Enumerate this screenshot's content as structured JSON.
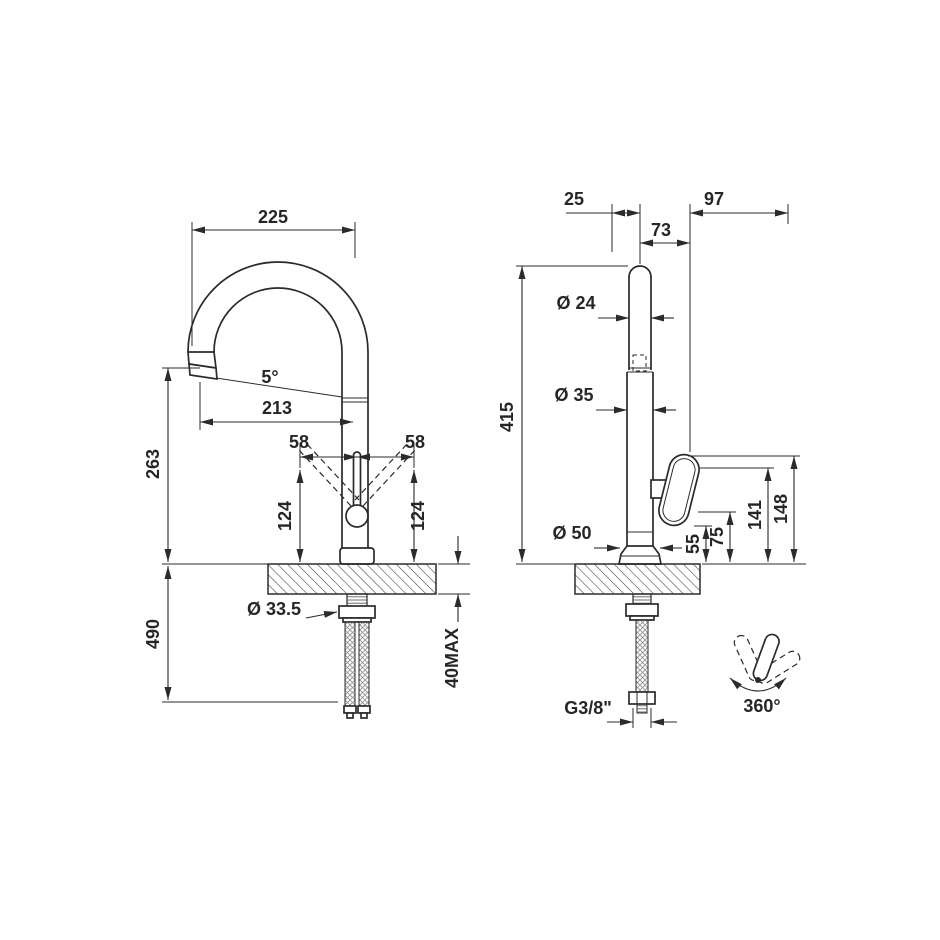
{
  "colors": {
    "line": "#2b2b2b",
    "background": "#ffffff"
  },
  "front_view": {
    "overall_width": "225",
    "spout_angle": "5°",
    "spout_reach": "213",
    "swing_left": "58",
    "swing_right": "58",
    "height_left": "124",
    "height_right": "124",
    "outlet_height": "263",
    "under_counter_depth": "490",
    "hole_diameter": "Ø 33.5",
    "counter_max_thickness": "40MAX"
  },
  "side_view": {
    "top_offset": "25",
    "handle_reach": "73",
    "top_reach": "97",
    "spout_diameter": "Ø 24",
    "body_diameter": "Ø 35",
    "base_diameter": "Ø 50",
    "total_height": "415",
    "height_55": "55",
    "height_75": "75",
    "height_141": "141",
    "height_148": "148",
    "connection_thread": "G3/8\"",
    "swivel_angle": "360°"
  }
}
